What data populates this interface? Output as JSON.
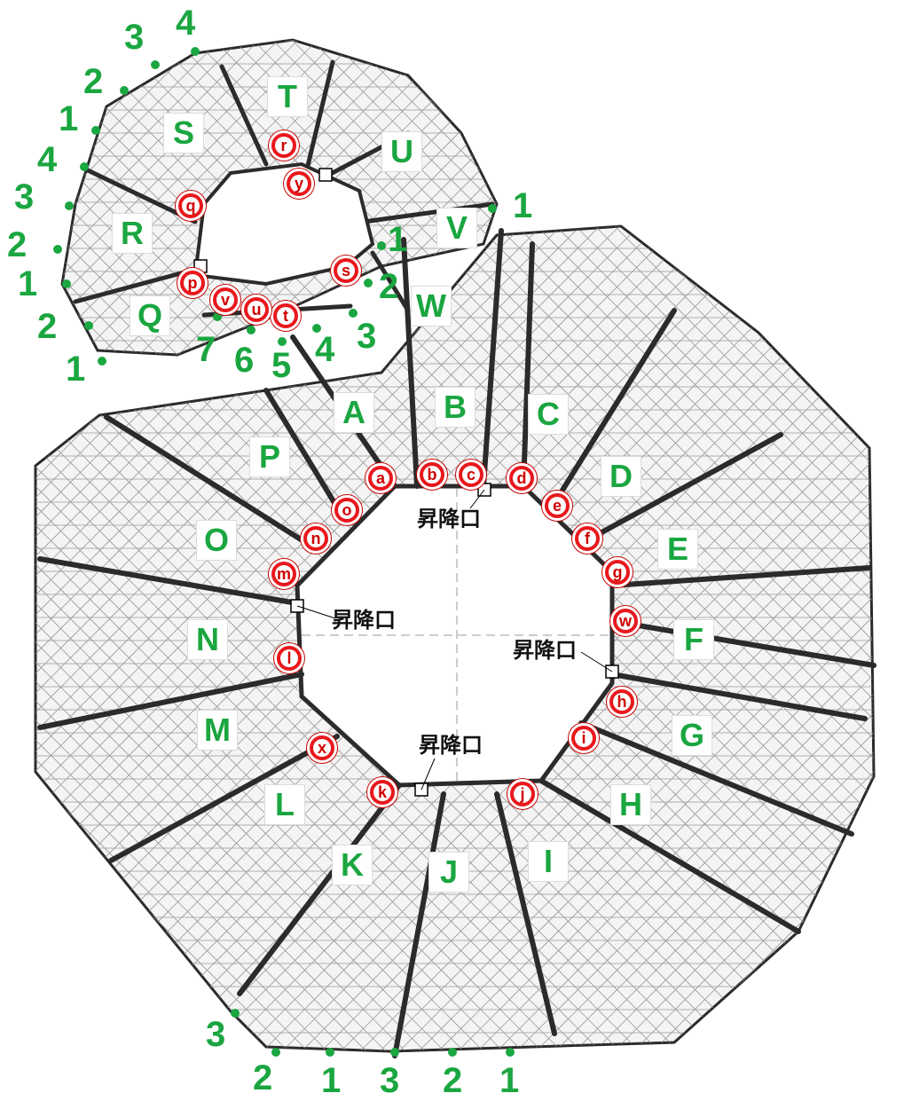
{
  "colors": {
    "sector_label": "#1aa640",
    "marker_fill": "#e8181c",
    "marker_text": "#d00000",
    "grid_point": "#1aa640",
    "structure": "#2b2b2b",
    "mesh": "#8a8a8a"
  },
  "sector_labels": [
    "A",
    "B",
    "C",
    "D",
    "E",
    "F",
    "G",
    "H",
    "I",
    "J",
    "K",
    "L",
    "M",
    "N",
    "O",
    "P",
    "Q",
    "R",
    "S",
    "T",
    "U",
    "V",
    "W"
  ],
  "markers": [
    "a",
    "b",
    "c",
    "d",
    "e",
    "f",
    "g",
    "w",
    "h",
    "i",
    "j",
    "k",
    "x",
    "l",
    "m",
    "n",
    "o",
    "p",
    "q",
    "r",
    "y",
    "s",
    "t",
    "u",
    "v"
  ],
  "hatch_label": "昇降口",
  "grid_numbers": {
    "upper_left_series": [
      "4",
      "3",
      "2",
      "1",
      "4",
      "3",
      "2",
      "1",
      "2",
      "1"
    ],
    "inner_series": [
      "1",
      "2",
      "3",
      "4",
      "5",
      "6",
      "7"
    ],
    "right_tip": "1",
    "bottom_series": [
      "3",
      "2",
      "1",
      "3",
      "2",
      "1"
    ]
  }
}
